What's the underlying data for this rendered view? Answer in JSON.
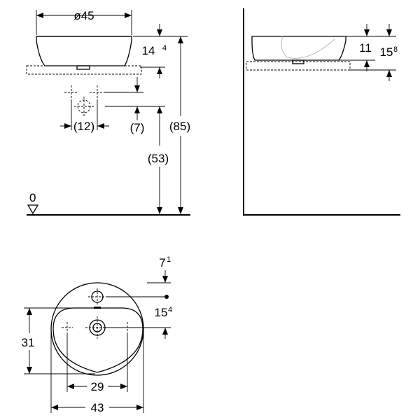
{
  "side_view": {
    "dia_label": "ø45",
    "height_main": "14",
    "height_sup": "4",
    "tap_dist": "(12)",
    "tap_height": "(7)",
    "total_height": "(85)",
    "mount_height": "(53)",
    "floor_label": "0"
  },
  "front_view": {
    "inner_depth": "11",
    "outer_main": "15",
    "outer_sup": "8"
  },
  "top_view": {
    "tap_offset_main": "7",
    "tap_offset_sup": "1",
    "hole_dist_main": "15",
    "hole_dist_sup": "4",
    "depth": "31",
    "hole_span": "29",
    "width": "43"
  }
}
